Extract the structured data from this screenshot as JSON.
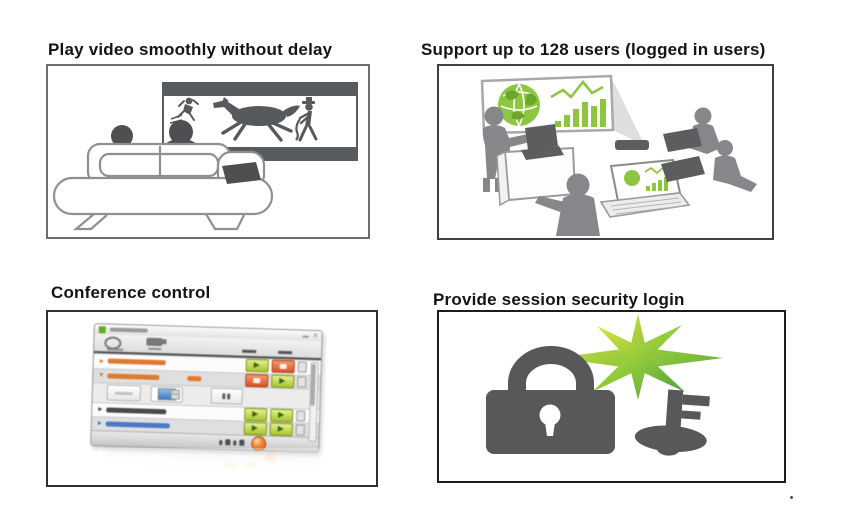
{
  "page": {
    "background": "#ffffff"
  },
  "features": [
    {
      "title": "Play video smoothly without delay",
      "illustration": "tv-audience-illustration"
    },
    {
      "title": "Support up to 128 users (logged in users)",
      "illustration": "meeting-presentation-illustration"
    },
    {
      "title": "Conference control",
      "illustration": "conference-control-app-screenshot"
    },
    {
      "title": "Provide session security login",
      "illustration": "padlock-key-sparkle-illustration"
    }
  ],
  "colors": {
    "title_text": "#141414",
    "tv_dark": "#565a5c",
    "couch_outline": "#8d9092",
    "people_gray": "#85878a",
    "laptop_gray": "#5b5d5f",
    "accent_green": "#8dc63f",
    "globe_land_green": "#6aa52c",
    "star_yellow_green": "#d9e63b",
    "star_green": "#4fa338",
    "lock_gray": "#57585a",
    "app_orange": "#e07a30",
    "app_blue": "#4a78c8",
    "button_green": "#a6c62e",
    "button_orange": "#d9512a"
  },
  "conference_app": {
    "window_controls": {
      "close_glyph": "✕"
    },
    "row_markers": {
      "collapsed": "▸",
      "expanded": "▾"
    },
    "pause_glyph": "▮▮",
    "rows": [
      {
        "accent": "orange",
        "buttons": [
          "play-green",
          "stop-orange",
          "more"
        ]
      },
      {
        "accent": "orange",
        "buttons": [
          "stop-orange",
          "play-green",
          "more"
        ],
        "expanded": true
      },
      {
        "accent": "black",
        "buttons": [
          "play-green",
          "play-green",
          "more"
        ]
      },
      {
        "accent": "blue",
        "buttons": [
          "play-green",
          "play-green",
          "more"
        ]
      }
    ]
  }
}
